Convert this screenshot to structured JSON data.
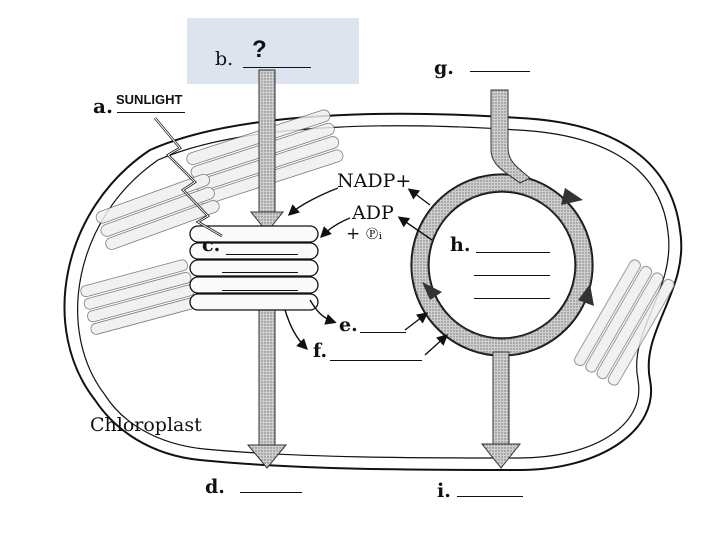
{
  "labels": {
    "a": "a.",
    "a_value": "SUNLIGHT",
    "b": "b.",
    "b_value": "?",
    "c": "c.",
    "d": "d.",
    "e": "e.",
    "f": "f.",
    "g": "g.",
    "h": "h.",
    "i": "i.",
    "nadp": "NADP+",
    "adp": "ADP",
    "pi": "+ ℗ᵢ",
    "chloroplast": "Chloroplast"
  },
  "colors": {
    "background": "#ffffff",
    "ink": "#111111",
    "highlight_box": "#dde4ee",
    "membrane_fill": "#d8d8d8"
  }
}
